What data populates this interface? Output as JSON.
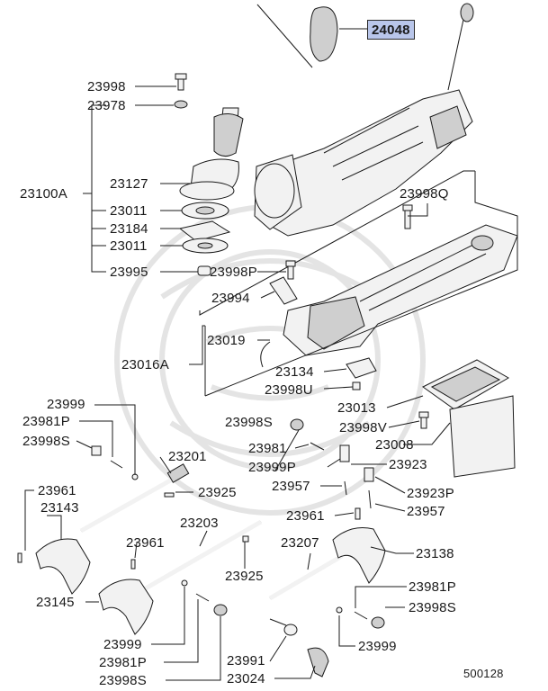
{
  "part_numbers": {
    "shift_knob": "24048",
    "bolt_top": "23998",
    "washer_top": "23978",
    "lever_assy": "23100A",
    "boot": "23127",
    "gasket_a": "23011",
    "retainer_plate": "23184",
    "gasket_b": "23011",
    "bushing": "23995",
    "bolt_q": "23998Q",
    "bolt_p": "23998P",
    "bracket": "23994",
    "cover_assy": "23016A",
    "spring_clip": "23019",
    "detent_bracket": "23134",
    "bolt_u": "23998U",
    "plug": "23999",
    "pin_p_upper": "23981P",
    "plug_s_upper": "23998S",
    "rail_upper": "23201",
    "pin_left": "23961",
    "fork_upper_left": "23143",
    "pin_925_upper": "23925",
    "rail_middle": "23203",
    "pin_961_middle": "23961",
    "pin_925_lower": "23925",
    "fork_lower_left": "23145",
    "plug_lower": "23999",
    "pin_p_lower": "23981P",
    "plug_s_lower": "23998S",
    "gasket_cover": "23013",
    "bolt_v": "23998V",
    "cover_plate": "23008",
    "plug_s_mid": "23998S",
    "pin_981": "23981",
    "pin_999p": "23999P",
    "interlock_923": "23923",
    "spring_957_left": "23957",
    "interlock_923p": "23923P",
    "spring_957_right": "23957",
    "pin_961_right": "23961",
    "rail_lower": "23207",
    "fork_right": "23138",
    "pin_p_right": "23981P",
    "plug_s_right": "23998S",
    "plug_right": "23999",
    "washer_991": "23991",
    "switch_024": "23024"
  },
  "diagram_id": "500128"
}
